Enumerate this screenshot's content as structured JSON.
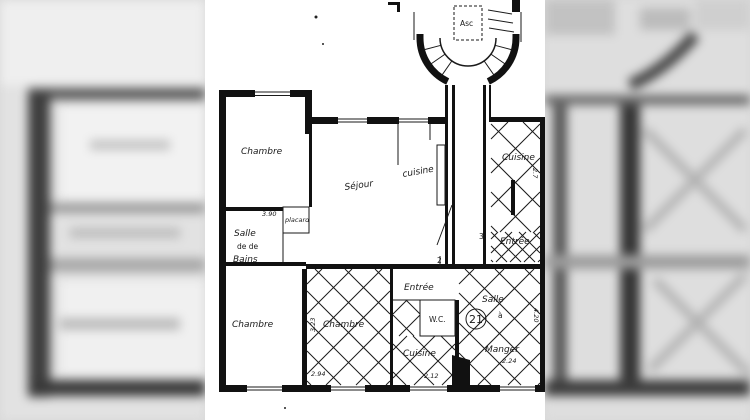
{
  "plan": {
    "elevator": {
      "label": "Asc"
    },
    "unit_number": "21",
    "bedroom_top": {
      "label": "Chambre",
      "dimension": "3.90"
    },
    "closet": {
      "label": "placard"
    },
    "living": {
      "label": "Séjour",
      "label_kitchen": "cuisine"
    },
    "kitchen_right": {
      "label": "Cuisine",
      "dimension": "2.7"
    },
    "bathroom": {
      "line1": "Salle",
      "line2": "de de",
      "line3": "Bains"
    },
    "entry_right": {
      "marker": "3",
      "label": "Entrée"
    },
    "entry": {
      "label": "Entrée",
      "marker": "2"
    },
    "wc": {
      "label": "W.C."
    },
    "bedroom_left": {
      "label": "Chambre"
    },
    "bedroom_hatched": {
      "label": "Chambre",
      "dimension": "2.94",
      "dimension_side": "3.23"
    },
    "kitchen": {
      "label": "Cuisine",
      "dimension": "2.12"
    },
    "dining": {
      "line1": "Salle",
      "line2": "à",
      "line3": "Manger",
      "dimension": "2.24",
      "dimension_side": "4.20"
    }
  },
  "colors": {
    "wall": "#111111",
    "paper": "#ffffff",
    "ink": "#1a1a1a",
    "backdrop": "#d9d9d9"
  }
}
